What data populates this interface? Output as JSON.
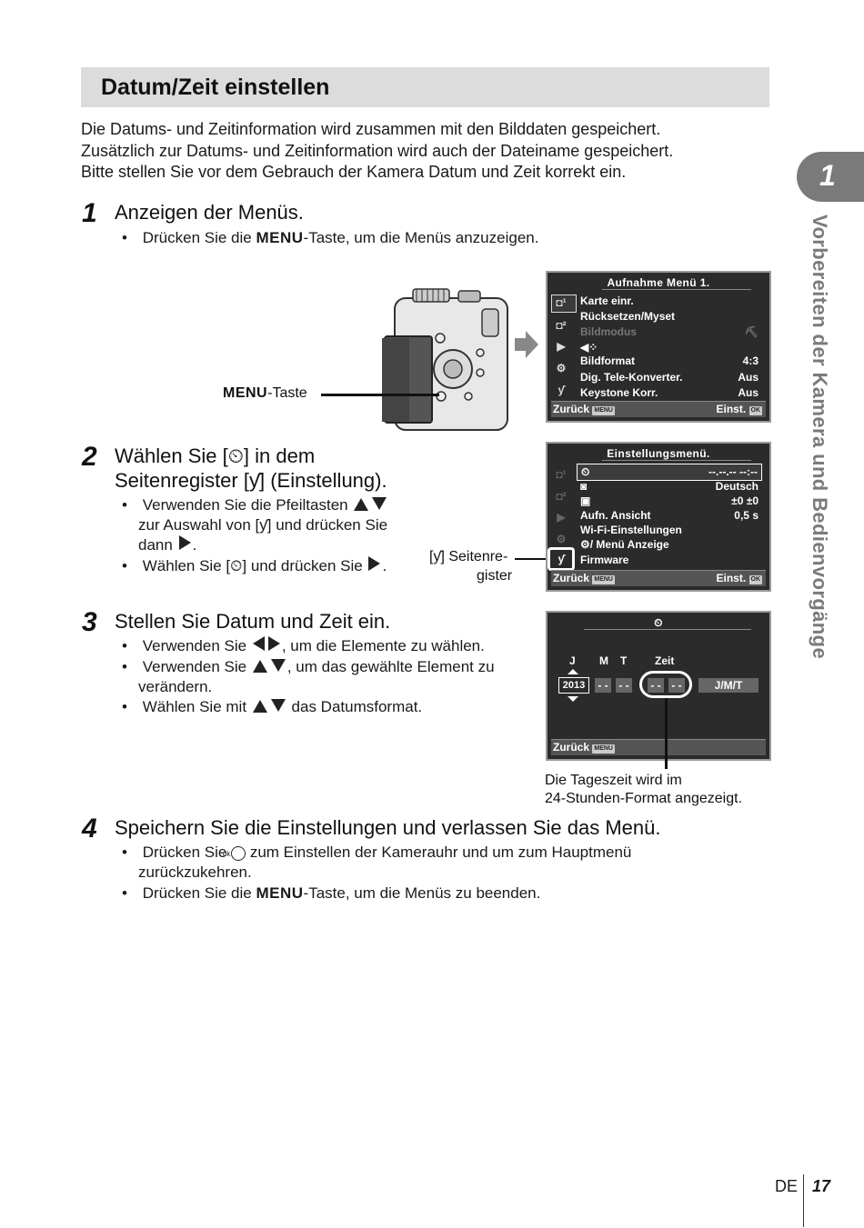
{
  "title": "Datum/Zeit einstellen",
  "intro": [
    "Die Datums- und Zeitinformation wird zusammen mit den Bilddaten gespeichert.",
    "Zusätzlich zur Datums- und Zeitinformation wird auch der Dateiname gespeichert.",
    "Bitte stellen Sie vor dem Gebrauch der Kamera Datum und Zeit korrekt ein."
  ],
  "side_tab": {
    "number": "1",
    "text": "Vorbereiten der Kamera und Bedienvorgänge"
  },
  "menu_word": "MENU",
  "step1": {
    "num": "1",
    "head": "Anzeigen der Menüs.",
    "b1_pre": "Drücken Sie die ",
    "b1_post": "-Taste, um die Menüs anzuzeigen.",
    "callout_post": "-Taste"
  },
  "screen1": {
    "header": "Aufnahme Menü 1.",
    "rows": [
      {
        "label": "Karte einr.",
        "value": ""
      },
      {
        "label": "Rücksetzen/Myset",
        "value": ""
      },
      {
        "label": "Bildmodus",
        "value": ""
      },
      {
        "label": "",
        "value": ""
      },
      {
        "label": "Bildformat",
        "value": "4:3"
      },
      {
        "label": "Dig. Tele-Konverter.",
        "value": "Aus"
      },
      {
        "label": "Keystone Korr.",
        "value": "Aus"
      }
    ],
    "back": "Zurück",
    "set": "Einst.",
    "menu_key": "MENU",
    "ok_key": "OK"
  },
  "step2": {
    "num": "2",
    "head_l1a": "Wählen Sie [",
    "head_l1b": "] in dem",
    "head_l2a": "Seitenregister [",
    "head_l2b": "] (Einstellung).",
    "b1_l1": "Verwenden Sie die Pfeiltasten",
    "b1_l2a": "zur Auswahl von [",
    "b1_l2b": "] und drücken Sie",
    "b1_l3": "dann",
    "b2a": "Wählen Sie [",
    "b2b": "] und drücken Sie",
    "callout_l1": "] Seitenre-",
    "callout_l2": "gister"
  },
  "screen2": {
    "header": "Einstellungsmenü.",
    "row1_value": "--.--.-- --:--",
    "row2_value": "Deutsch",
    "row3_value": "±0  ±0",
    "row4_label": "Aufn. Ansicht",
    "row4_value": "0,5 s",
    "row5_label": "Wi-Fi-Einstellungen",
    "row6_label": "/ Menü Anzeige",
    "row7_label": "Firmware",
    "back": "Zurück",
    "set": "Einst.",
    "menu_key": "MENU",
    "ok_key": "OK"
  },
  "step3": {
    "num": "3",
    "head": "Stellen Sie Datum und Zeit ein.",
    "b1a": "Verwenden Sie",
    "b1b": ", um die Elemente zu wählen.",
    "b2a": "Verwenden Sie",
    "b2b": ", um das gewählte Element zu",
    "b2c": "verändern.",
    "b3a": "Wählen Sie mit",
    "b3b": "das Datumsformat."
  },
  "screen3": {
    "label_j": "J",
    "label_m": "M",
    "label_t": "T",
    "label_zeit": "Zeit",
    "year": "2013",
    "dash": "- -",
    "format": "J/M/T",
    "back": "Zurück",
    "menu_key": "MENU"
  },
  "note": [
    "Die Tageszeit wird im",
    "24-Stunden-Format angezeigt."
  ],
  "step4": {
    "num": "4",
    "head": "Speichern Sie die Einstellungen und verlassen Sie das Menü.",
    "b1a": "Drücken Sie",
    "b1b": "zum Einstellen der Kamerauhr und um zum Hauptmenü",
    "b1c": "zurückzukehren.",
    "b2_pre": "Drücken Sie die ",
    "b2_post": "-Taste, um die Menüs zu beenden."
  },
  "footer": {
    "lang": "DE",
    "page": "17"
  }
}
